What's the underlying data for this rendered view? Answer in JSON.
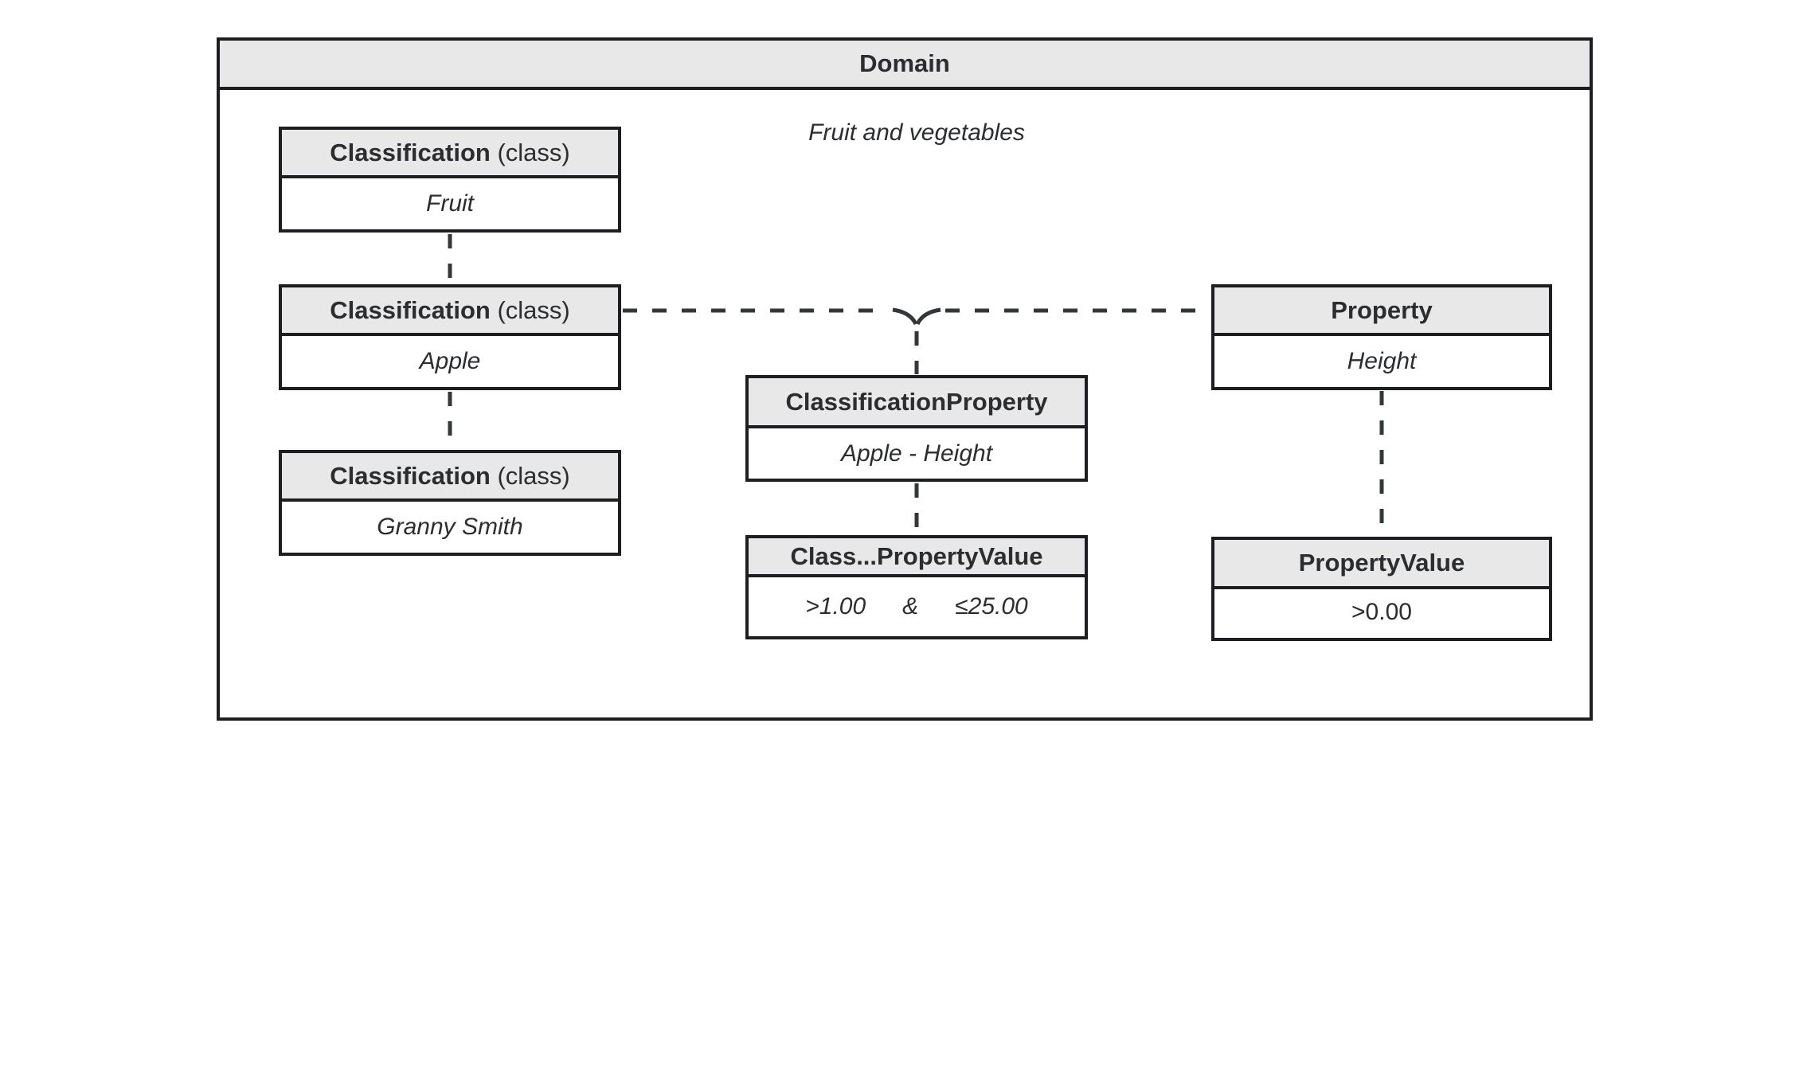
{
  "domain": {
    "title": "Domain",
    "annotation": "Fruit and vegetables"
  },
  "boxes": {
    "fruit": {
      "title": "Classification",
      "suffix": " (class)",
      "value": "Fruit"
    },
    "apple": {
      "title": "Classification",
      "suffix": " (class)",
      "value": "Apple"
    },
    "granny_smith": {
      "title": "Classification",
      "suffix": " (class)",
      "value": "Granny Smith"
    },
    "classification_property": {
      "title": "ClassificationProperty",
      "value": "Apple - Height"
    },
    "classification_property_value": {
      "title": "Class...PropertyValue",
      "value_left": ">1.00",
      "value_amp": "&",
      "value_right": "≤25.00"
    },
    "property": {
      "title": "Property",
      "value": "Height"
    },
    "property_value": {
      "title": "PropertyValue",
      "value": ">0.00"
    }
  },
  "colors": {
    "border": "#1c1e21",
    "header_fill": "#e8e8e8",
    "text": "#2b2d30",
    "connector": "#34373a",
    "background": "#ffffff"
  }
}
